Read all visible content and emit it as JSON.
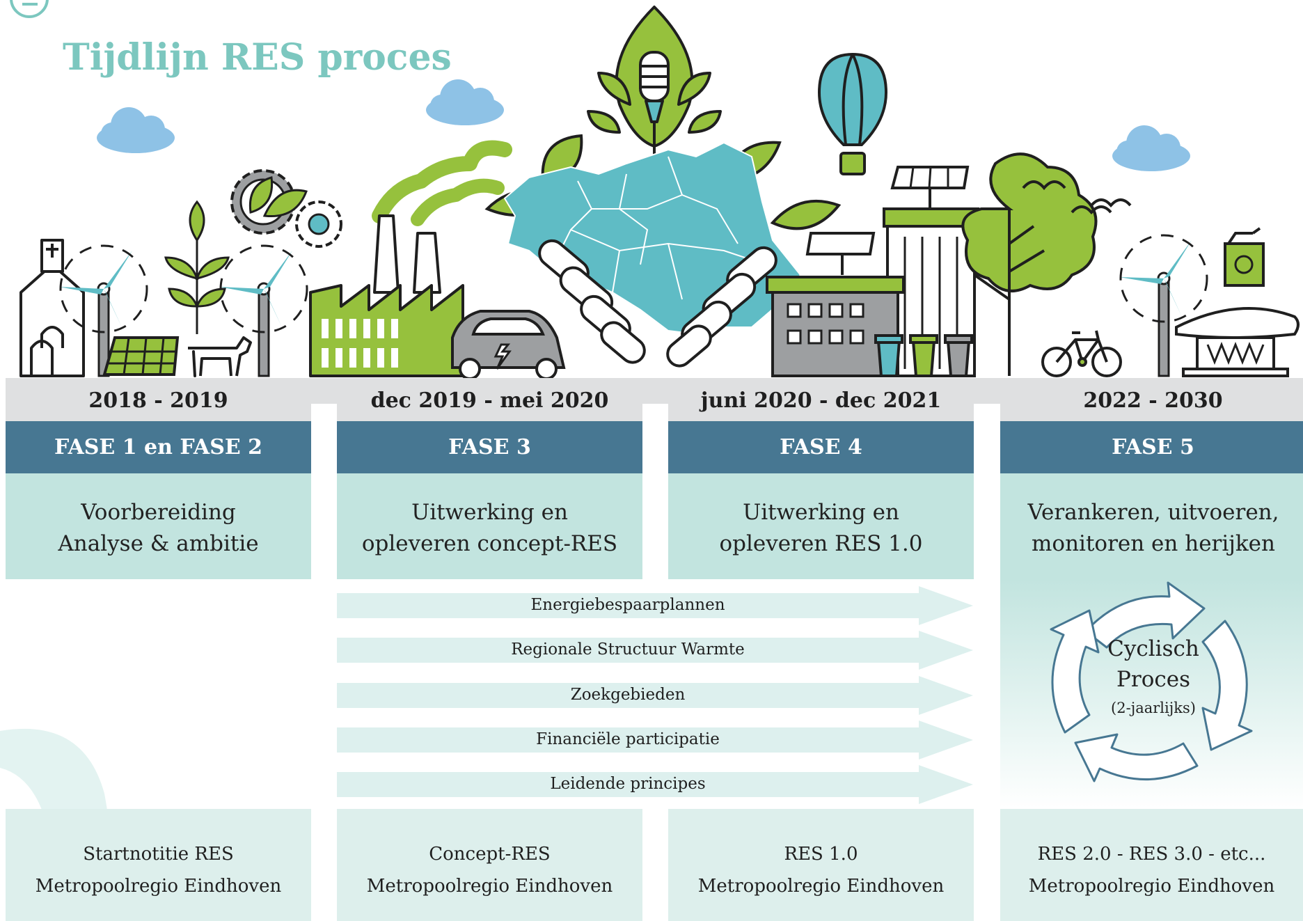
{
  "title": "Tijdlijn RES proces",
  "colors": {
    "title": "#7cc7bf",
    "phase_header": "#477792",
    "phase_body": "#c2e4df",
    "deliverable": "#ddefec",
    "arrow": "#ddf0ee",
    "ground": "#dfe0e1",
    "green": "#96c13d",
    "teal": "#5fbcc5",
    "cloud": "#8ec2e6",
    "gray": "#9d9fa1"
  },
  "phases": [
    {
      "period": "2018 - 2019",
      "name": "FASE 1 en FASE 2",
      "desc": [
        "Voorbereiding",
        "Analyse & ambitie"
      ],
      "deliverable": [
        "Startnotitie RES",
        "Metropoolregio Eindhoven"
      ]
    },
    {
      "period": "dec 2019 - mei 2020",
      "name": "FASE 3",
      "desc": [
        "Uitwerking en",
        "opleveren concept-RES"
      ],
      "deliverable": [
        "Concept-RES",
        "Metropoolregio Eindhoven"
      ]
    },
    {
      "period": "juni 2020 - dec 2021",
      "name": "FASE 4",
      "desc": [
        "Uitwerking en",
        "opleveren RES 1.0"
      ],
      "deliverable": [
        "RES 1.0",
        "Metropoolregio Eindhoven"
      ]
    },
    {
      "period": "2022 - 2030",
      "name": "FASE 5",
      "desc": [
        "Verankeren, uitvoeren,",
        "monitoren en herijken"
      ],
      "deliverable": [
        "RES 2.0 - RES 3.0 - etc...",
        "Metropoolregio Eindhoven"
      ]
    }
  ],
  "tracks": [
    "Energiebespaarplannen",
    "Regionale Structuur Warmte",
    "Zoekgebieden",
    "Financiële participatie",
    "Leidende principes"
  ],
  "cycle": {
    "line1": "Cyclisch",
    "line2": "Proces",
    "line3": "(2-jaarlijks)"
  },
  "icons": [
    "church-icon",
    "wind-turbine-icon",
    "solar-panel-icon",
    "plant-icon",
    "cow-icon",
    "gear-leaf-icon",
    "factory-icon",
    "electric-car-icon",
    "lightbulb-plant-icon",
    "region-map-icon",
    "hands-icon",
    "hot-air-balloon-icon",
    "building-solar-icon",
    "bins-icon",
    "tree-icon",
    "bicycle-icon",
    "birds-icon",
    "fuel-can-icon",
    "evoluon-icon",
    "cloud-icon",
    "cycle-arrows-icon"
  ]
}
